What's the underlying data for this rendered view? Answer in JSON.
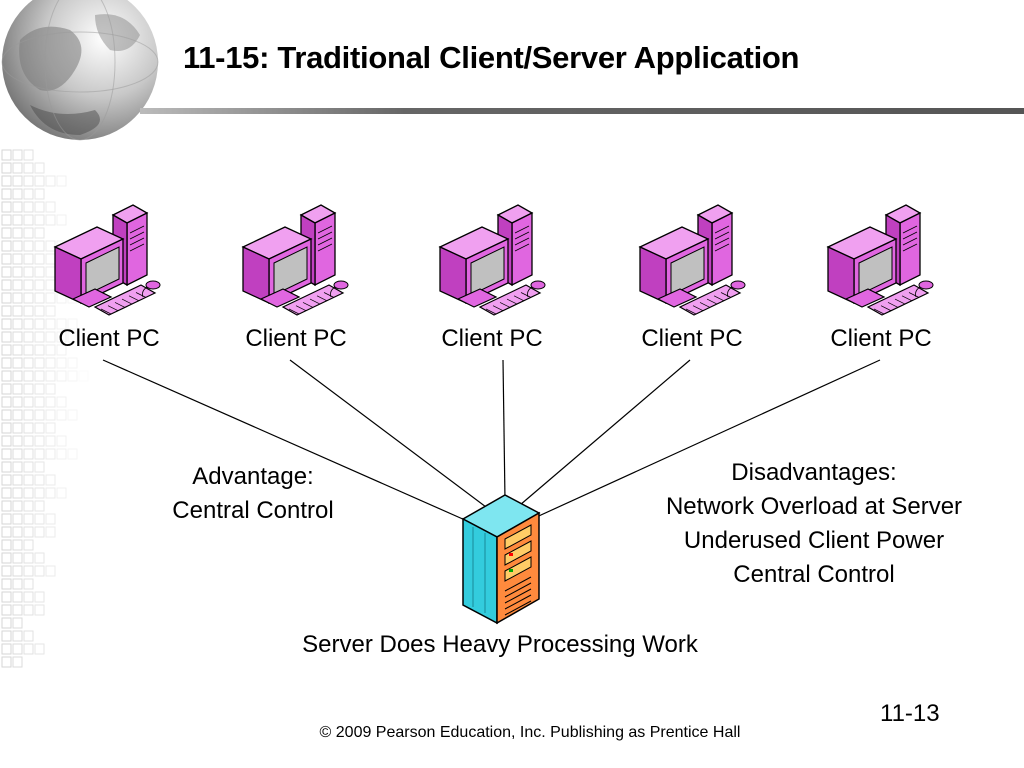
{
  "slide": {
    "title": "11-15: Traditional Client/Server Application",
    "slide_number": "11-13",
    "footer": "© 2009 Pearson Education, Inc.  Publishing as Prentice Hall"
  },
  "clients": [
    {
      "label": "Client PC"
    },
    {
      "label": "Client PC"
    },
    {
      "label": "Client PC"
    },
    {
      "label": "Client PC"
    },
    {
      "label": "Client PC"
    }
  ],
  "server": {
    "caption": "Server Does Heavy Processing Work"
  },
  "advantage": {
    "heading": "Advantage:",
    "items": [
      "Central Control"
    ]
  },
  "disadvantages": {
    "heading": "Disadvantages:",
    "items": [
      "Network Overload at Server",
      "Underused Client Power",
      "Central Control"
    ]
  },
  "colors": {
    "pc_body": "#e066e0",
    "pc_screen": "#c0c0c0",
    "server_front": "#33ccdd",
    "server_panel": "#ff8a3d",
    "rule": "#777777"
  }
}
